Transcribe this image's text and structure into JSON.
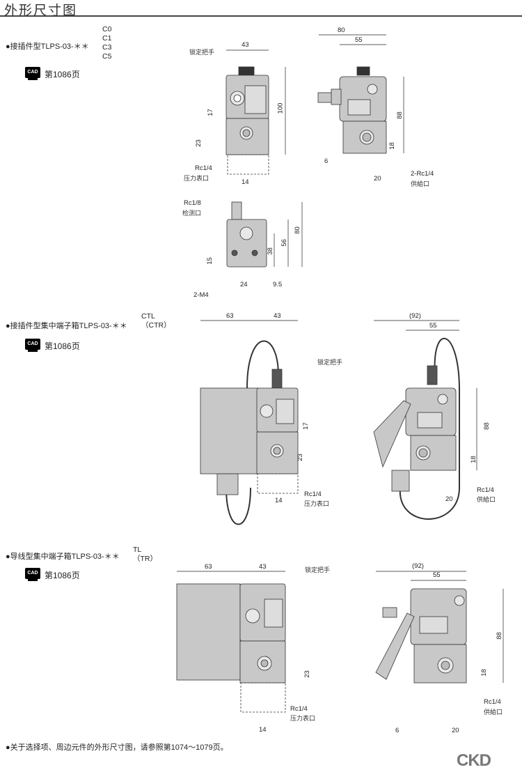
{
  "page_title": "外形尺寸图",
  "sections": [
    {
      "heading": "●接插件型TLPS-03-＊＊",
      "codes": [
        "C0",
        "C1",
        "C3",
        "C5"
      ],
      "cad_page": "第1086页",
      "cad_label": "CAD",
      "front": {
        "dims": [
          "43",
          "100",
          "17",
          "23",
          "14"
        ],
        "lock_label": "锁定把手",
        "port": "Rc1/4",
        "port_name": "压力表口"
      },
      "side": {
        "dims": [
          "80",
          "55",
          "88",
          "18",
          "6",
          "20"
        ],
        "port": "2-Rc1/4",
        "port_name": "供給口"
      },
      "bottom": {
        "dims": [
          "80",
          "56",
          "38",
          "15",
          "24",
          "9.5"
        ],
        "port": "Rc1/8",
        "port_name": "检测口",
        "screw": "2-M4"
      }
    },
    {
      "heading": "●接插件型集中端子箱TLPS-03-＊＊",
      "codes": [
        "CTL",
        "（CTR）"
      ],
      "cad_page": "第1086页",
      "cad_label": "CAD",
      "front": {
        "dims": [
          "63",
          "43",
          "17",
          "23",
          "14"
        ],
        "lock_label": "锁定把手",
        "port": "Rc1/4",
        "port_name": "压力表口"
      },
      "side": {
        "dims": [
          "(92)",
          "55",
          "88",
          "18",
          "20"
        ],
        "port": "Rc1/4",
        "port_name": "供給口"
      }
    },
    {
      "heading": "●导线型集中端子箱TLPS-03-＊＊",
      "codes": [
        "TL",
        "（TR）"
      ],
      "cad_page": "第1086页",
      "cad_label": "CAD",
      "front": {
        "dims": [
          "63",
          "43",
          "23",
          "14"
        ],
        "lock_label": "锁定把手",
        "port": "Rc1/4",
        "port_name": "压力表口"
      },
      "side": {
        "dims": [
          "(92)",
          "55",
          "88",
          "18",
          "6",
          "20"
        ],
        "port": "Rc1/4",
        "port_name": "供給口"
      }
    }
  ],
  "footnote": "●关于选择项、周边元件的外形尺寸图，请参照第1074～1079页。",
  "brand": "CKD",
  "colors": {
    "body": "#c8c8c8",
    "line": "#222222",
    "brand": "#777777"
  }
}
